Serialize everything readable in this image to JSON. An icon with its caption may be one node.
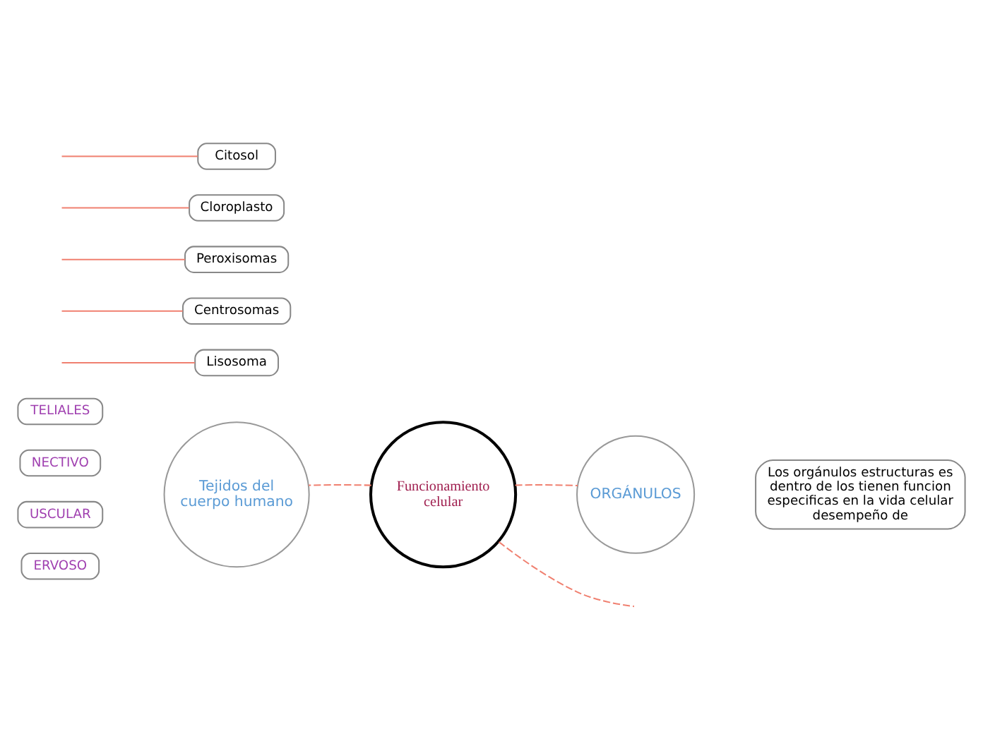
{
  "diagram": {
    "nodes": [
      {
        "text": [
          "Funcionamiento celular"
        ]
      },
      {
        "text": [
          "Tejidos del cuerpo humano"
        ]
      },
      {
        "text": [
          "ORGÁNULOS"
        ]
      },
      {
        "text": [
          "Los orgánulos estructuras es dentro de los tienen funcion especificas en la vida celular desempeño de"
        ]
      },
      {
        "text": [
          "TELIALES"
        ]
      },
      {
        "text": [
          "NECTIVO"
        ]
      },
      {
        "text": [
          "USCULAR"
        ]
      },
      {
        "text": [
          "ERVOSO"
        ]
      },
      {
        "text": [
          "Lisosoma"
        ]
      },
      {
        "text": [
          "Centrosomas"
        ]
      },
      {
        "text": [
          "Peroxisomas"
        ]
      },
      {
        "text": [
          "Cloroplasto"
        ]
      },
      {
        "text": [
          "Citosol"
        ]
      }
    ],
    "edges": [
      {
        "from": 0,
        "to": null,
        "arrow": "none",
        "style": "dashed"
      },
      {
        "from": 0,
        "to": 1,
        "arrow": "none",
        "style": "dashed"
      },
      {
        "from": 0,
        "to": 2,
        "arrow": "none",
        "style": "dashed"
      },
      {
        "from": null,
        "to": 8,
        "arrow": "none"
      },
      {
        "from": null,
        "to": 9,
        "arrow": "none"
      },
      {
        "from": null,
        "to": 10,
        "arrow": "none"
      },
      {
        "from": null,
        "to": 11,
        "arrow": "none"
      },
      {
        "from": null,
        "to": 12,
        "arrow": "none"
      }
    ]
  }
}
